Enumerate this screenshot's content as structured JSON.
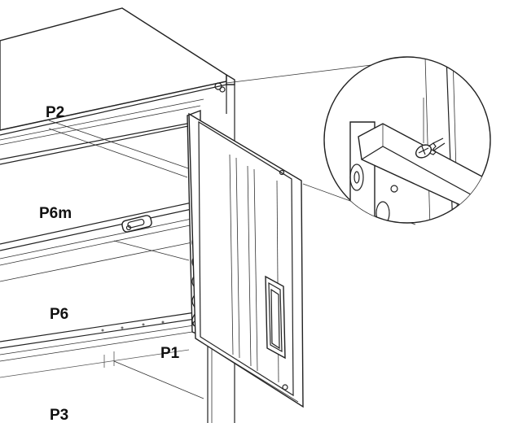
{
  "labels": {
    "p2": "P2",
    "p6m": "P6m",
    "p6": "P6",
    "p1": "P1",
    "p3": "P3"
  }
}
